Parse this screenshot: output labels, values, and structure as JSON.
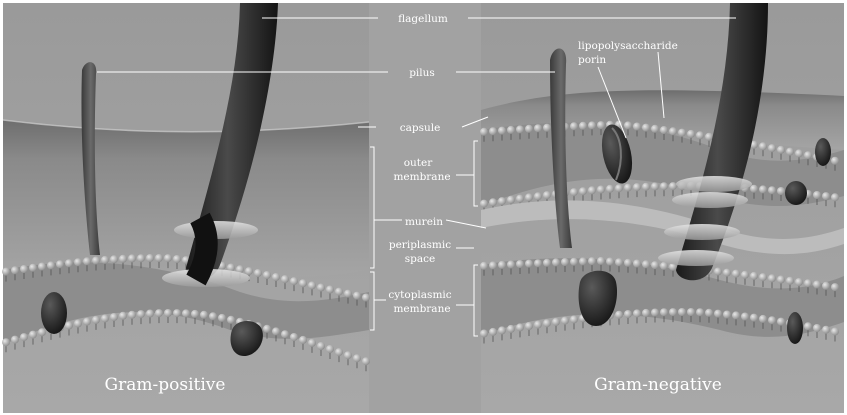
{
  "figure": {
    "panels": {
      "left_caption": "Gram-positive",
      "right_caption": "Gram-negative"
    },
    "labels": {
      "flagellum": "flagellum",
      "pilus": "pilus",
      "capsule": "capsule",
      "outer_membrane_1": "outer",
      "outer_membrane_2": "membrane",
      "murein": "murein",
      "periplasmic_1": "periplasmic",
      "periplasmic_2": "space",
      "cytoplasmic_1": "cytoplasmic",
      "cytoplasmic_2": "membrane",
      "lps": "lipopolysaccharide",
      "porin": "porin"
    }
  }
}
